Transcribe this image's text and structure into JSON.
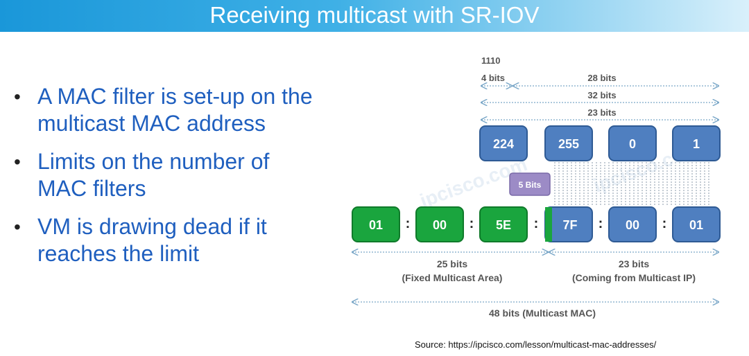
{
  "title": "Receiving multicast with SR-IOV",
  "bullets": [
    "A MAC filter is set-up on the multicast MAC address",
    "Limits on the number of MAC filters",
    "VM is drawing dead if it reaches the limit"
  ],
  "diagram": {
    "top_label": "1110",
    "label_4bits": "4 bits",
    "label_28bits": "28 bits",
    "label_32bits": "32 bits",
    "label_23bits_top": "23 bits",
    "ip_octets": [
      "224",
      "255",
      "0",
      "1"
    ],
    "five_bits": "5 Bits",
    "mac_octets": [
      "01",
      "00",
      "5E",
      "7F",
      "00",
      "01"
    ],
    "separator": ":",
    "left_bits": "25 bits",
    "left_desc": "(Fixed Multicast Area)",
    "right_bits": "23 bits",
    "right_desc": "(Coming from Multicast IP)",
    "total": "48 bits (Multicast MAC)",
    "watermark": "ipcisco.com",
    "colors": {
      "blue": "#4f7fc0",
      "green": "#1aa53e",
      "purple": "#9c8bc6",
      "arrow": "#7aa7c8"
    }
  },
  "source": "Source: https://ipcisco.com/lesson/multicast-mac-addresses/"
}
